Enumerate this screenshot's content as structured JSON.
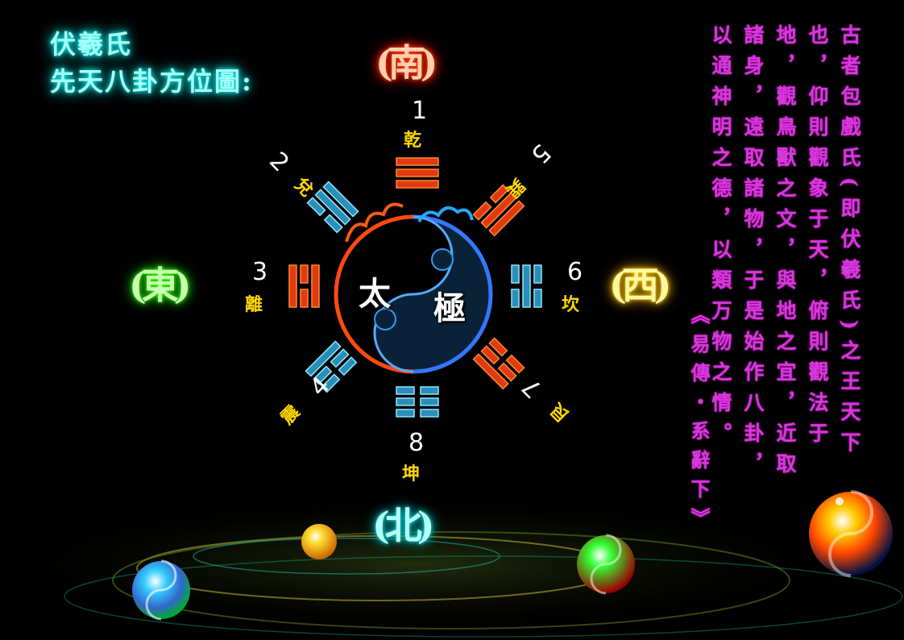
{
  "title": {
    "line1": "伏羲氏",
    "line2": "先天八卦方位圖:"
  },
  "directions": {
    "south": "(南)",
    "east": "(東)",
    "west": "(西)",
    "north": "(北)"
  },
  "taiji": {
    "left_char": "太",
    "right_char": "極"
  },
  "trigrams": [
    {
      "number": "1",
      "name": "乾",
      "lines": [
        1,
        1,
        1
      ]
    },
    {
      "number": "2",
      "name": "兌",
      "lines": [
        1,
        1,
        0
      ]
    },
    {
      "number": "3",
      "name": "離",
      "lines": [
        1,
        0,
        1
      ]
    },
    {
      "number": "4",
      "name": "震",
      "lines": [
        1,
        0,
        0
      ]
    },
    {
      "number": "5",
      "name": "巽",
      "lines": [
        0,
        1,
        1
      ]
    },
    {
      "number": "6",
      "name": "坎",
      "lines": [
        0,
        1,
        0
      ]
    },
    {
      "number": "7",
      "name": "艮",
      "lines": [
        0,
        0,
        1
      ]
    },
    {
      "number": "8",
      "name": "坤",
      "lines": [
        0,
        0,
        0
      ]
    }
  ],
  "quote": {
    "text": "古者包戲氏(即伏羲氏)之王天下也，仰則觀象于天，俯則觀法于地，觀鳥獸之文，與地之宜，近取諸身，遠取諸物，于是始作八卦，以通神明之德，以類万物之情。",
    "source": "《易傳・系辭下》"
  },
  "colors": {
    "title_glow": "#00e5e5",
    "south": "#ff3a10",
    "east": "#33ee00",
    "west": "#ffd000",
    "north": "#00cccc",
    "trigram_name": "#ffd800",
    "quote": "#d23cd6"
  }
}
